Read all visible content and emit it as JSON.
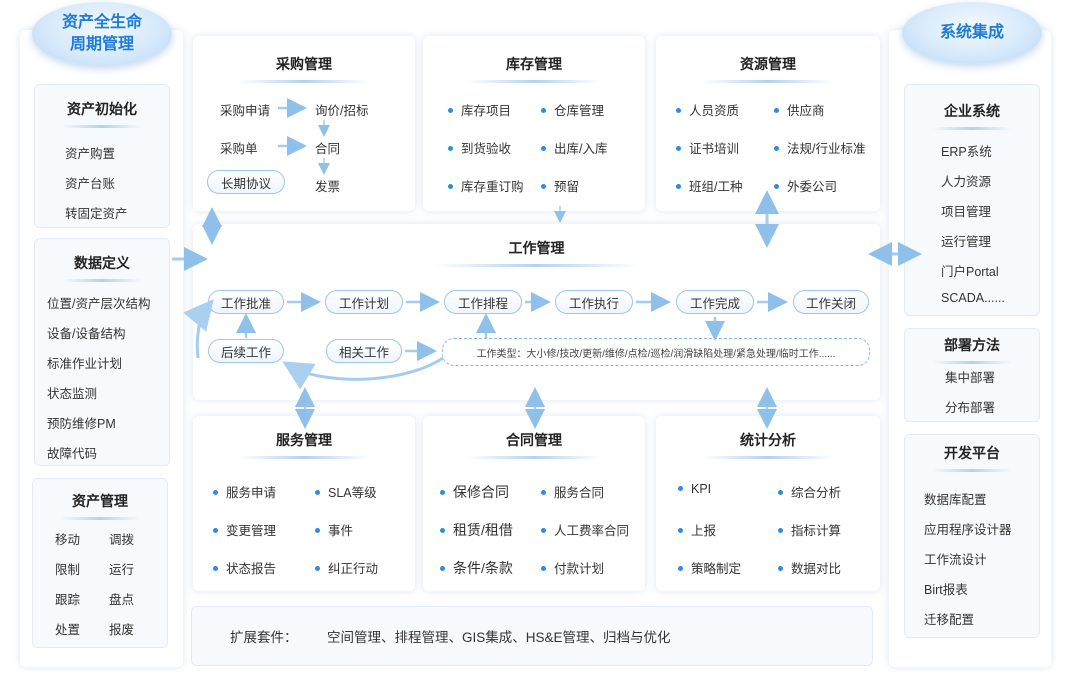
{
  "lifecycle_title": "资产全生命周期管理",
  "integration_title": "系统集成",
  "left": {
    "asset_init": {
      "title": "资产初始化",
      "items": [
        "资产购置",
        "资产台账",
        "转固定资产"
      ]
    },
    "data_def": {
      "title": "数据定义",
      "items": [
        "位置/资产层次结构",
        "设备/设备结构",
        "标准作业计划",
        "状态监测",
        "预防维修PM",
        "故障代码"
      ]
    },
    "asset_mgmt": {
      "title": "资产管理",
      "items": [
        "移动",
        "调拨",
        "限制",
        "运行",
        "跟踪",
        "盘点",
        "处置",
        "报废"
      ]
    }
  },
  "purchase": {
    "title": "采购管理",
    "request": "采购申请",
    "inquiry": "询价/招标",
    "order": "采购单",
    "contract": "合同",
    "long_term": "长期协议",
    "invoice": "发票"
  },
  "inventory": {
    "title": "库存管理",
    "items": [
      "库存项目",
      "仓库管理",
      "到货验收",
      "出库/入库",
      "库存重订购",
      "预留"
    ]
  },
  "resource": {
    "title": "资源管理",
    "items": [
      "人员资质",
      "供应商",
      "证书培训",
      "法规/行业标准",
      "班组/工种",
      "外委公司"
    ]
  },
  "work": {
    "title": "工作管理",
    "flow": [
      "工作批准",
      "工作计划",
      "工作排程",
      "工作执行",
      "工作完成",
      "工作关闭"
    ],
    "followup": "后续工作",
    "related": "相关工作",
    "types": "工作类型：大小修/技改/更新/维修/点检/巡检/润滑缺陷处理/紧急处理/临时工作......"
  },
  "service": {
    "title": "服务管理",
    "items": [
      "服务申请",
      "SLA等级",
      "变更管理",
      "事件",
      "状态报告",
      "纠正行动"
    ]
  },
  "contract": {
    "title": "合同管理",
    "items": [
      "保修合同",
      "服务合同",
      "租赁/租借",
      "人工费率合同",
      "条件/条款",
      "付款计划"
    ]
  },
  "stats": {
    "title": "统计分析",
    "items": [
      "KPI",
      "综合分析",
      "上报",
      "指标计算",
      "策略制定",
      "数据对比"
    ]
  },
  "extension": {
    "label": "扩展套件：",
    "content": "空间管理、排程管理、GIS集成、HS&E管理、归档与优化"
  },
  "right": {
    "enterprise": {
      "title": "企业系统",
      "items": [
        "ERP系统",
        "人力资源",
        "项目管理",
        "运行管理",
        "门户Portal",
        "SCADA......"
      ]
    },
    "deploy": {
      "title": "部署方法",
      "items": [
        "集中部署",
        "分布部署"
      ]
    },
    "devplat": {
      "title": "开发平台",
      "items": [
        "数据库配置",
        "应用程序设计器",
        "工作流设计",
        "Birt报表",
        "迁移配置"
      ]
    }
  }
}
